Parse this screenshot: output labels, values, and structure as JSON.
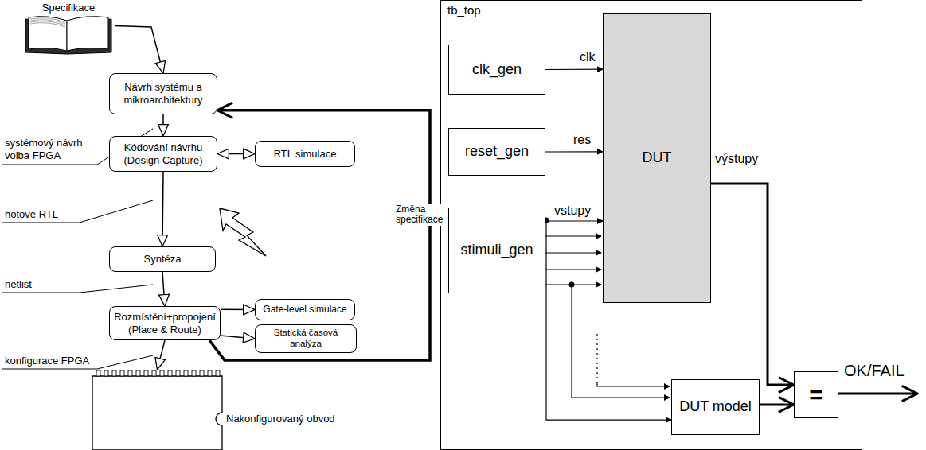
{
  "diagram": {
    "nodes": [
      {
        "text": [
          "Specifikace"
        ]
      },
      {
        "text": [
          "Návrh systému a mikroarchitektury"
        ]
      },
      {
        "text": [
          "Kódování návrhu (Design Capture)"
        ]
      },
      {
        "text": [
          "RTL simulace"
        ]
      },
      {
        "text": [
          "Syntéza"
        ]
      },
      {
        "text": [
          "Rozmístění+propojení (Place & Route)"
        ]
      },
      {
        "text": [
          "Gate-level simulace"
        ]
      },
      {
        "text": [
          "Statická časová analýza"
        ]
      },
      {
        "text": [
          "Nakonfigurovaný obvod"
        ]
      },
      {
        "text": [
          "tb_top"
        ]
      },
      {
        "text": [
          "clk_gen"
        ],
        "in": 9
      },
      {
        "text": [
          "reset_gen"
        ],
        "in": 9
      },
      {
        "text": [
          "stimuli_gen"
        ],
        "in": 9
      },
      {
        "text": [
          "DUT"
        ],
        "in": 9
      },
      {
        "text": [
          "DUT model"
        ],
        "in": 9
      },
      {
        "text": [
          "="
        ],
        "in": 9
      }
    ],
    "edges": [
      {
        "from": 0,
        "to": 1,
        "arrow": "to"
      },
      {
        "from": 1,
        "to": 2,
        "arrow": "to"
      },
      {
        "from": 2,
        "to": 3,
        "arrow": "both"
      },
      {
        "from": 2,
        "to": 4,
        "arrow": "to"
      },
      {
        "from": 4,
        "to": 5,
        "arrow": "to"
      },
      {
        "from": 5,
        "to": 6,
        "arrow": "to"
      },
      {
        "from": 5,
        "to": 7,
        "arrow": "to"
      },
      {
        "from": 5,
        "to": 1,
        "label": "Změna specifikace",
        "arrow": "to"
      },
      {
        "from": 5,
        "to": 8,
        "arrow": "to"
      },
      {
        "from": 10,
        "to": 13,
        "label": "clk",
        "arrow": "to"
      },
      {
        "from": 11,
        "to": 13,
        "label": "res",
        "arrow": "to"
      },
      {
        "from": 12,
        "to": 13,
        "label": "vstupy",
        "arrow": "to"
      },
      {
        "from": 12,
        "to": 14,
        "arrow": "to"
      },
      {
        "from": 13,
        "to": 15,
        "label": "výstupy",
        "arrow": "to"
      },
      {
        "from": 14,
        "to": 15,
        "arrow": "to"
      }
    ],
    "labels": [
      "systémový návrh volba FPGA",
      "hotové RTL",
      "netlist",
      "konfigurace FPGA",
      "OK/FAIL"
    ]
  }
}
